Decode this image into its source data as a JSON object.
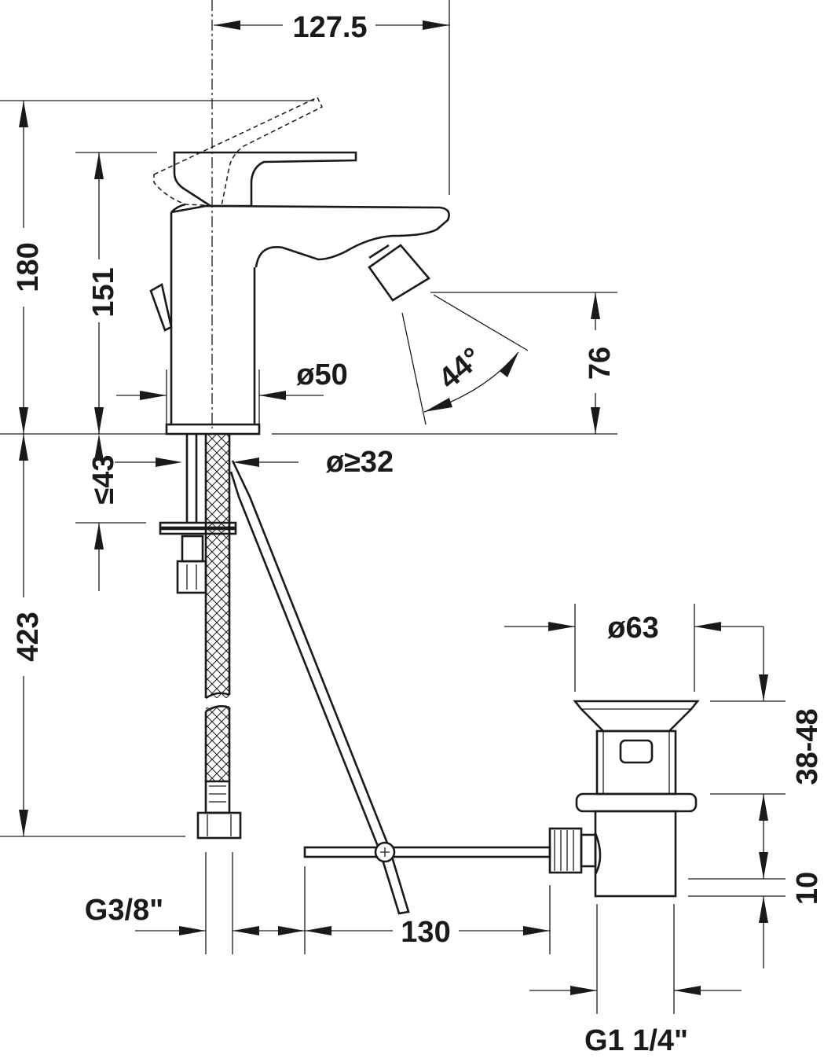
{
  "dimensions": {
    "width_overall": "127.5",
    "height_total": "180",
    "height_spout": "151",
    "height_jet": "76",
    "angle_jet": "44°",
    "diameter_base": "ø50",
    "hole_diameter": "ø≥32",
    "counter_thickness": "≤43",
    "hose_length": "423",
    "waste_diameter": "ø63",
    "waste_range": "38-48",
    "waste_offset": "10",
    "rod_distance": "130",
    "connection_supply": "G3/8\"",
    "connection_waste": "G1 1/4\""
  }
}
